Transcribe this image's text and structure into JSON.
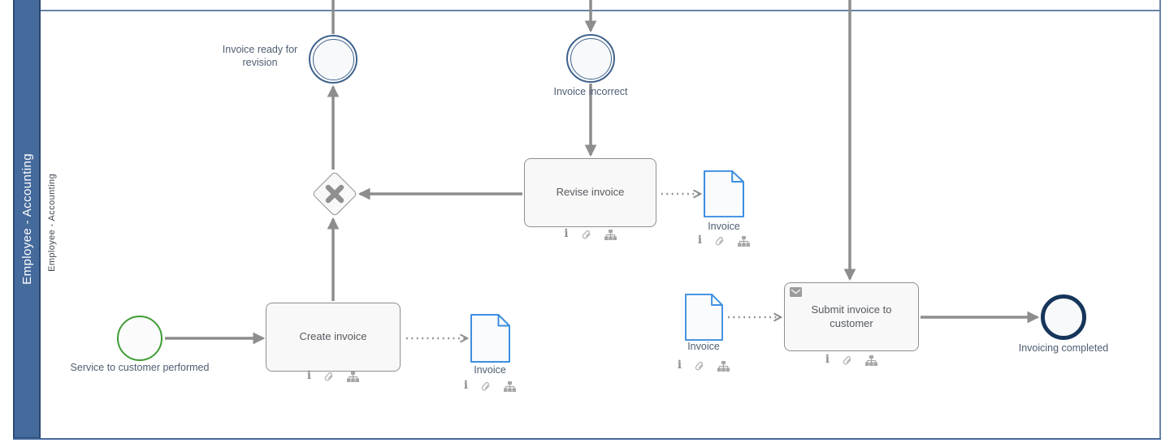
{
  "pool": {
    "name": "Employee - Accounting"
  },
  "lane": {
    "name": "Employee - Accounting"
  },
  "events": {
    "start": {
      "label": "Service to customer performed"
    },
    "ready": {
      "label": "Invoice ready for\nrevision"
    },
    "incorrect": {
      "label": "Invoice incorrect"
    },
    "end": {
      "label": "Invoicing completed"
    }
  },
  "tasks": {
    "create": {
      "label": "Create invoice"
    },
    "revise": {
      "label": "Revise invoice"
    },
    "submit": {
      "label": "Submit invoice to\ncustomer"
    }
  },
  "data_objects": {
    "created": {
      "label": "Invoice"
    },
    "revised": {
      "label": "Invoice"
    },
    "to_submit": {
      "label": "Invoice"
    }
  },
  "icons": {
    "task_attribute_markers": [
      "info-icon",
      "attachment-icon",
      "hierarchy-icon"
    ],
    "submit_task_type_marker": "message-icon",
    "gateway_marker": "x-cross-icon"
  },
  "colors": {
    "pool_header_fill": "#456A9C",
    "pool_header_border": "#2B4A73",
    "lane_line": "#6884A8",
    "flow_arrow": "#8D8D8D",
    "task_fill": "#F8F8F8",
    "task_border": "#8F8F8F",
    "start_event_border": "#3F9C35",
    "intermediate_event_border": "#3F628C",
    "end_event_border": "#16355B",
    "data_object_border": "#3D8FE0",
    "label_text": "#4E5D72",
    "task_text": "#555A60"
  }
}
